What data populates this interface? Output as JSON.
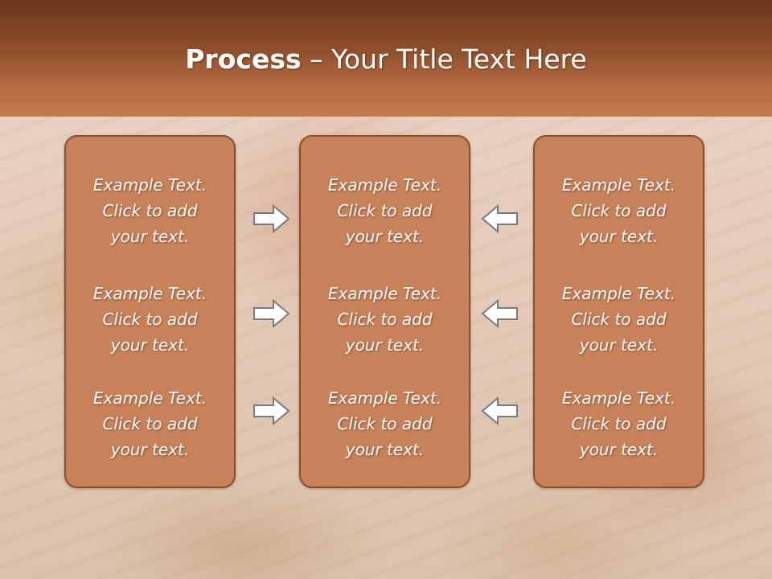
{
  "slide": {
    "title_bold": "Process",
    "title_rest": " – Your Title Text Here"
  },
  "columns": [
    {
      "items": [
        {
          "line1": "Example Text.",
          "line2": "Click  to add",
          "line3": "your text."
        },
        {
          "line1": "Example Text.",
          "line2": "Click  to add",
          "line3": "your text."
        },
        {
          "line1": "Example Text.",
          "line2": "Click  to add",
          "line3": "your text."
        }
      ]
    },
    {
      "items": [
        {
          "line1": "Example Text.",
          "line2": "Click  to add",
          "line3": "your text."
        },
        {
          "line1": "Example Text.",
          "line2": "Click  to add",
          "line3": "your text."
        },
        {
          "line1": "Example Text.",
          "line2": "Click  to add",
          "line3": "your text."
        }
      ]
    },
    {
      "items": [
        {
          "line1": "Example Text.",
          "line2": "Click  to add",
          "line3": "your text."
        },
        {
          "line1": "Example Text.",
          "line2": "Click  to add",
          "line3": "your text."
        },
        {
          "line1": "Example Text.",
          "line2": "Click  to add",
          "line3": "your text."
        }
      ]
    }
  ],
  "arrows": {
    "left_group_icon": "arrow-right-icon",
    "right_group_icon": "arrow-left-icon"
  },
  "colors": {
    "header": "#91512d",
    "panel_fill": "#c88259",
    "panel_border": "#8a4e2e",
    "text": "#ffffff",
    "arrow_fill": "#ffffff",
    "arrow_stroke": "#7a7a7a"
  }
}
